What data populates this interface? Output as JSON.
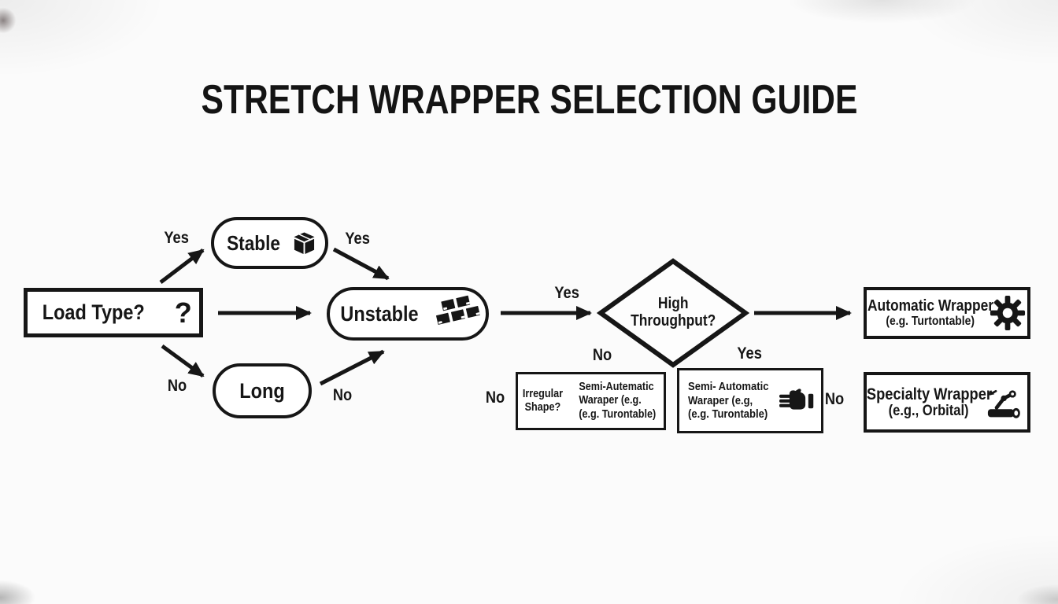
{
  "title": "STRETCH WRAPPER SELECTION GUIDE",
  "colors": {
    "ink": "#161616",
    "background": "#fbfbfb",
    "node_fill": "#ffffff"
  },
  "nodes": {
    "load_type": {
      "label": "Load Type?",
      "mark": "?"
    },
    "stable": {
      "label": "Stable",
      "icon": "package-box-icon"
    },
    "unstable": {
      "label": "Unstable",
      "icon": "stacked-boxes-icon"
    },
    "long": {
      "label": "Long"
    },
    "high_throughput": {
      "line1": "High",
      "line2": "Throughput?"
    },
    "automatic_wrapper": {
      "title": "Automatic Wrapper",
      "subtitle": "(e.g. Turtontable)",
      "icon": "gear-icon"
    },
    "irregular_shape": {
      "question_line1": "Irregular",
      "question_line2": "Shape?",
      "answer_line1": "Semi-Autematic",
      "answer_line2": "Waraper (e.g.",
      "answer_line3": "(e.g. Turontable)"
    },
    "semi_automatic_wrapper": {
      "line1": "Semi- Automatic",
      "line2": "Waraper (e.g,",
      "line3": "(e.g. Turontable)",
      "icon": "pointing-hand-icon"
    },
    "specialty_wrapper": {
      "title": "Specialty Wrapper",
      "subtitle": "(e.g., Orbital)",
      "icon": "robot-arm-icon"
    }
  },
  "edge_labels": {
    "load_to_stable": "Yes",
    "stable_to_unstable": "Yes",
    "unstable_to_throughput": "Yes",
    "load_to_long": "No",
    "long_to_unstable": "No",
    "throughput_no": "No",
    "throughput_yes": "Yes",
    "irregular_no": "No",
    "semi_to_specialty_no": "No"
  }
}
